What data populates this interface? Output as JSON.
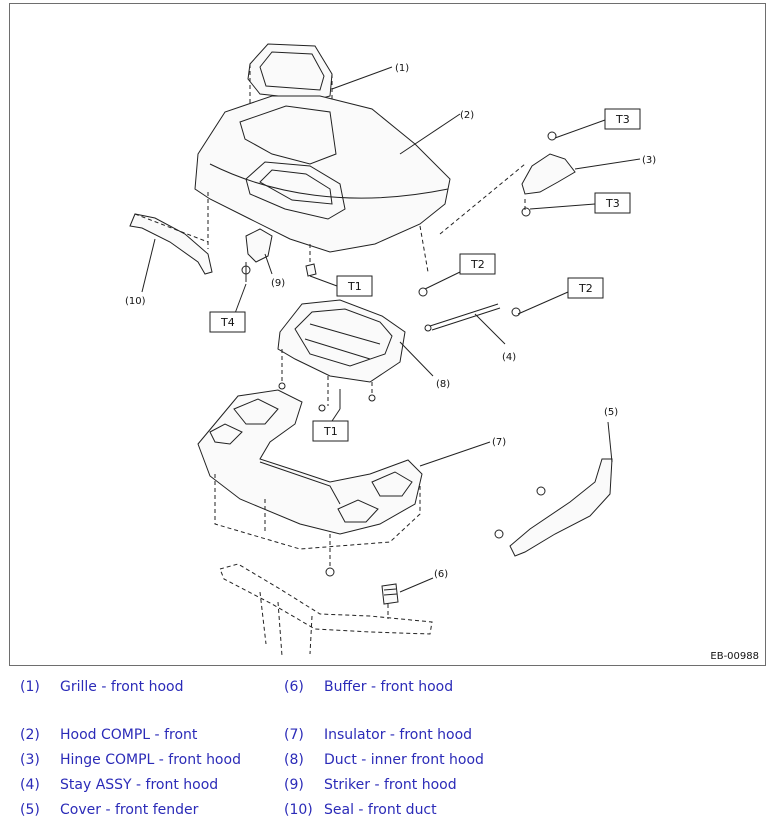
{
  "figure_code": "EB-00988",
  "callouts": [
    "(1)",
    "(2)",
    "(3)",
    "(4)",
    "(5)",
    "(6)",
    "(7)",
    "(8)",
    "(9)",
    "(10)"
  ],
  "torque_tags": [
    "T1",
    "T2",
    "T3",
    "T4"
  ],
  "legend": [
    {
      "num": "(1)",
      "text": "Grille - front hood"
    },
    {
      "num": "(2)",
      "text": "Hood COMPL - front"
    },
    {
      "num": "(3)",
      "text": "Hinge COMPL - front hood"
    },
    {
      "num": "(4)",
      "text": "Stay ASSY - front hood"
    },
    {
      "num": "(5)",
      "text": "Cover - front fender"
    },
    {
      "num": "(6)",
      "text": "Buffer - front hood"
    },
    {
      "num": "(7)",
      "text": "Insulator - front hood"
    },
    {
      "num": "(8)",
      "text": "Duct - inner front hood"
    },
    {
      "num": "(9)",
      "text": "Striker - front hood"
    },
    {
      "num": "(10)",
      "text": "Seal - front duct"
    }
  ],
  "colors": {
    "legend_text": "#2b2bb8",
    "line": "#222222",
    "frame": "#6e6e6e"
  }
}
